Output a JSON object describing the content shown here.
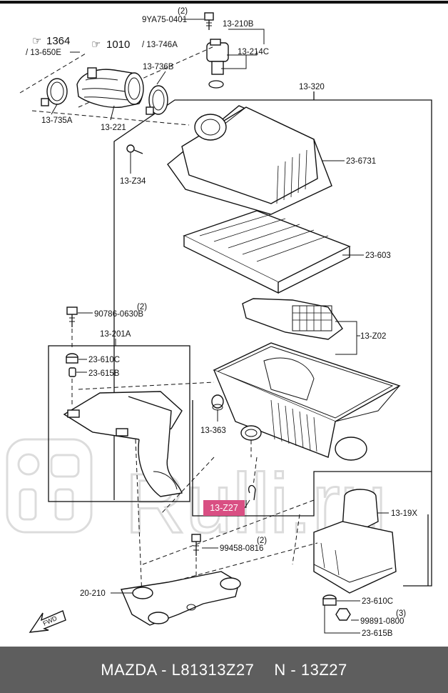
{
  "labels": {
    "bolt_top_qty": "(2)",
    "bolt_top": "9YA75-0401",
    "sensor": "13-210B",
    "sensor_oring": "13-214C",
    "ref1_num": "1364",
    "ref1_code": "/ 13-650E",
    "ref2_num": "1010",
    "ref2_code": "/ 13-746A",
    "clamp_right": "13-736B",
    "clamp_left": "13-735A",
    "duct": "13-221",
    "upper_case_frame": "13-320",
    "bolt_small": "13-Z34",
    "upper_case": "23-6731",
    "filter_element": "23-603",
    "resonator": "13-Z02",
    "bolt_left_qty": "(2)",
    "bolt_left": "90786-0630B",
    "bracket_assy": "13-201A",
    "insulator_left": "23-610C",
    "bushing_left": "23-615B",
    "grommet": "13-363",
    "selected_part": "13-Z27",
    "bolt_bottom_qty": "(2)",
    "bolt_bottom": "99458-0816",
    "lower_bracket": "20-210",
    "lower_case_assy": "13-19X",
    "insulator_right": "23-610C",
    "nut_right_qty": "(3)",
    "nut_right": "99891-0800",
    "bushing_right": "23-615B",
    "fwd": "FWD"
  },
  "footer": {
    "brand_part": "MAZDA - L81313Z27",
    "ref": "N - 13Z27"
  },
  "watermark": "Rulli.ru"
}
